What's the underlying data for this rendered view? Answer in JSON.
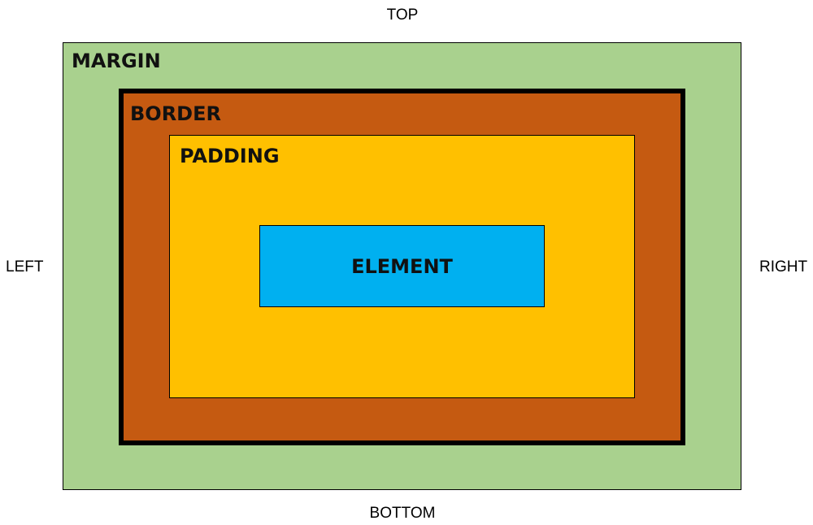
{
  "labels": {
    "top": "TOP",
    "bottom": "BOTTOM",
    "left": "LEFT",
    "right": "RIGHT"
  },
  "layers": {
    "margin": {
      "label": "MARGIN",
      "color": "#a9d18e"
    },
    "border": {
      "label": "BORDER",
      "color": "#c55a11"
    },
    "padding": {
      "label": "PADDING",
      "color": "#ffc000"
    },
    "element": {
      "label": "ELEMENT",
      "color": "#00b0f0"
    }
  }
}
